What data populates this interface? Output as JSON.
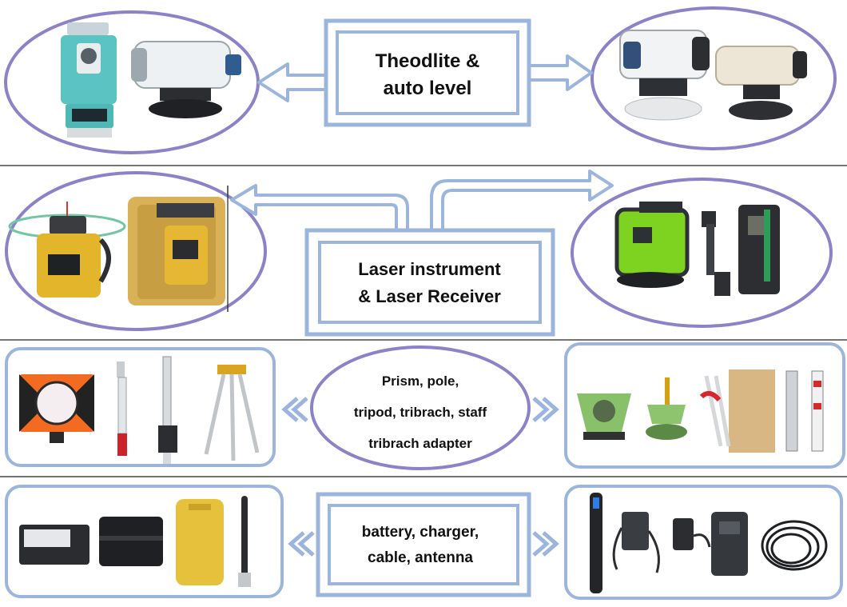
{
  "colors": {
    "frame_blue": "#9bb5dc",
    "oval_purple": "#8c82c8",
    "divider": "#222222",
    "text": "#111111"
  },
  "sections": [
    {
      "id": "theodolite",
      "lines": [
        "Theodlite &",
        "auto level"
      ],
      "left_items": [
        "theodolite",
        "auto-level"
      ],
      "right_items": [
        "auto-level",
        "auto-level"
      ]
    },
    {
      "id": "laser",
      "lines": [
        "Laser instrument",
        "& Laser Receiver"
      ],
      "left_items": [
        "rotary-laser",
        "rotary-laser-case"
      ],
      "right_items": [
        "line-laser",
        "receiver-bracket",
        "laser-receiver"
      ]
    },
    {
      "id": "accessories",
      "lines": [
        "Prism, pole,",
        "tripod, tribrach, staff",
        "tribrach adapter"
      ],
      "left_items": [
        "prism",
        "prism-pole",
        "pole",
        "tripod"
      ],
      "right_items": [
        "tribrach",
        "tribrach-adapter",
        "poles-box",
        "staff"
      ]
    },
    {
      "id": "power",
      "lines": [
        "battery, charger,",
        "cable, antenna"
      ],
      "left_items": [
        "battery",
        "battery",
        "battery-pack",
        "antenna"
      ],
      "right_items": [
        "antenna",
        "charger",
        "charger",
        "charger",
        "cable"
      ]
    }
  ]
}
